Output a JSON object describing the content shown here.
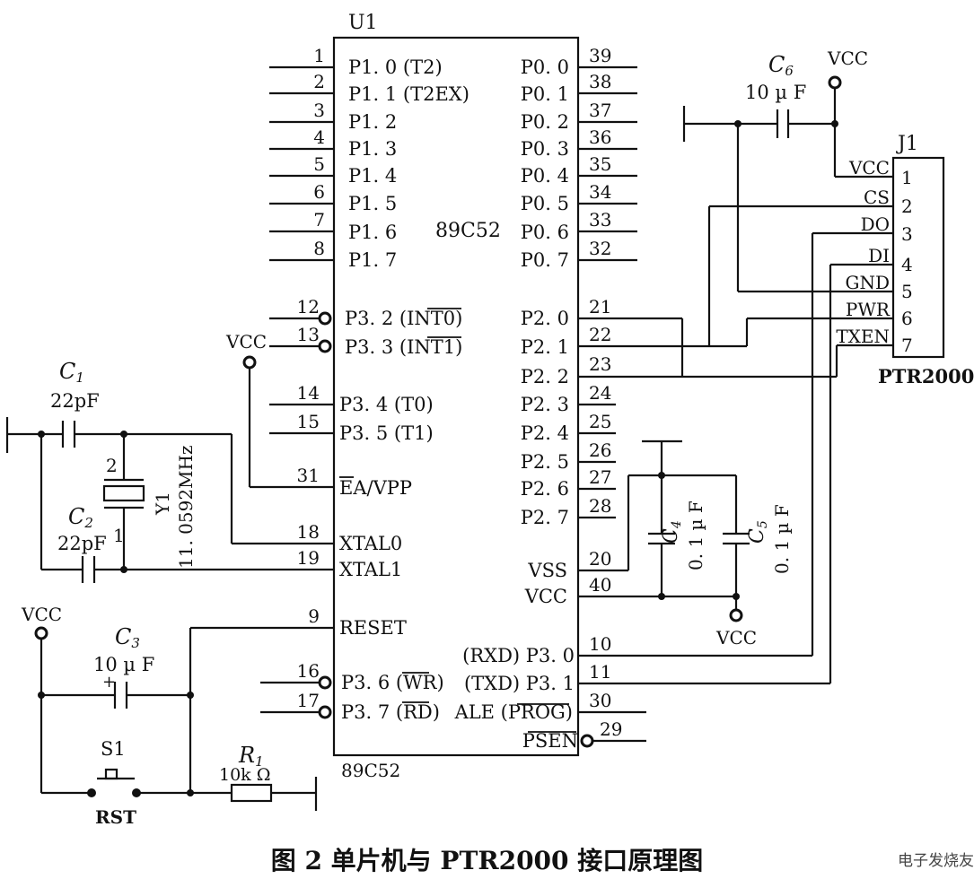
{
  "chip": {
    "ref": "U1",
    "center_label": "89C52",
    "bottom_label": "89C52",
    "left_pins": [
      {
        "num": "1",
        "label": "P1. 0 (T2)",
        "bubble": false
      },
      {
        "num": "2",
        "label": "P1. 1 (T2EX)",
        "bubble": false
      },
      {
        "num": "3",
        "label": "P1. 2",
        "bubble": false
      },
      {
        "num": "4",
        "label": "P1. 3",
        "bubble": false
      },
      {
        "num": "5",
        "label": "P1. 4",
        "bubble": false
      },
      {
        "num": "6",
        "label": "P1. 5",
        "bubble": false
      },
      {
        "num": "7",
        "label": "P1. 6",
        "bubble": false
      },
      {
        "num": "8",
        "label": "P1. 7",
        "bubble": false
      },
      {
        "num": "12",
        "label": "P3. 2 (INT0)",
        "bubble": true
      },
      {
        "num": "13",
        "label": "P3. 3 (INT1)",
        "bubble": true
      },
      {
        "num": "14",
        "label": "P3. 4 (T0)",
        "bubble": false
      },
      {
        "num": "15",
        "label": "P3. 5  (T1)",
        "bubble": false
      },
      {
        "num": "31",
        "label": "EA/VPP",
        "bubble": false
      },
      {
        "num": "18",
        "label": "XTAL0",
        "bubble": false
      },
      {
        "num": "19",
        "label": "XTAL1",
        "bubble": false
      },
      {
        "num": "9",
        "label": "RESET",
        "bubble": false
      },
      {
        "num": "16",
        "label": "P3. 6 (WR)",
        "bubble": true
      },
      {
        "num": "17",
        "label": "P3. 7 (RD)",
        "bubble": true
      }
    ],
    "right_pins": [
      {
        "num": "39",
        "label": "P0. 0"
      },
      {
        "num": "38",
        "label": "P0. 1"
      },
      {
        "num": "37",
        "label": "P0. 2"
      },
      {
        "num": "36",
        "label": "P0. 3"
      },
      {
        "num": "35",
        "label": "P0. 4"
      },
      {
        "num": "34",
        "label": "P0. 5"
      },
      {
        "num": "33",
        "label": "P0. 6"
      },
      {
        "num": "32",
        "label": "P0. 7"
      },
      {
        "num": "21",
        "label": "P2. 0"
      },
      {
        "num": "22",
        "label": "P2. 1"
      },
      {
        "num": "23",
        "label": "P2. 2"
      },
      {
        "num": "24",
        "label": "P2. 3"
      },
      {
        "num": "25",
        "label": "P2. 4"
      },
      {
        "num": "26",
        "label": "P2. 5"
      },
      {
        "num": "27",
        "label": "P2. 6"
      },
      {
        "num": "28",
        "label": "P2. 7"
      },
      {
        "num": "20",
        "label": "VSS"
      },
      {
        "num": "40",
        "label": "VCC"
      },
      {
        "num": "10",
        "label": "(RXD) P3. 0"
      },
      {
        "num": "11",
        "label": "(TXD) P3. 1"
      },
      {
        "num": "30",
        "label": "ALE (PROG)"
      },
      {
        "num": "29",
        "label": "PSEN"
      }
    ]
  },
  "connector": {
    "ref": "J1",
    "name": "PTR2000",
    "pins": [
      {
        "num": "1",
        "label": "VCC"
      },
      {
        "num": "2",
        "label": "CS"
      },
      {
        "num": "3",
        "label": "DO"
      },
      {
        "num": "4",
        "label": "DI"
      },
      {
        "num": "5",
        "label": "GND"
      },
      {
        "num": "6",
        "label": "PWR"
      },
      {
        "num": "7",
        "label": "TXEN"
      }
    ]
  },
  "components": {
    "c1": {
      "ref_main": "C",
      "ref_sub": "1",
      "value": "22pF"
    },
    "c2": {
      "ref_main": "C",
      "ref_sub": "2",
      "value": "22pF"
    },
    "c3": {
      "ref_main": "C",
      "ref_sub": "3",
      "value": "10 µ F"
    },
    "c4": {
      "ref_main": "C",
      "ref_sub": "4",
      "value": "0. 1 µ F"
    },
    "c5": {
      "ref_main": "C",
      "ref_sub": "5",
      "value": "0. 1 µ F"
    },
    "c6": {
      "ref_main": "C",
      "ref_sub": "6",
      "value": "10 µ F"
    },
    "r1": {
      "ref_main": "R",
      "ref_sub": "1",
      "value": "10k Ω"
    },
    "y1": {
      "ref": "Y1",
      "value": "11. 0592MHz",
      "pin_a": "2",
      "pin_b": "1"
    },
    "s1": {
      "ref": "S1",
      "label": "RST"
    }
  },
  "power": {
    "vcc": "VCC"
  },
  "caption": "图 2  单片机与 PTR2000 接口原理图",
  "watermark": "电子发烧友"
}
